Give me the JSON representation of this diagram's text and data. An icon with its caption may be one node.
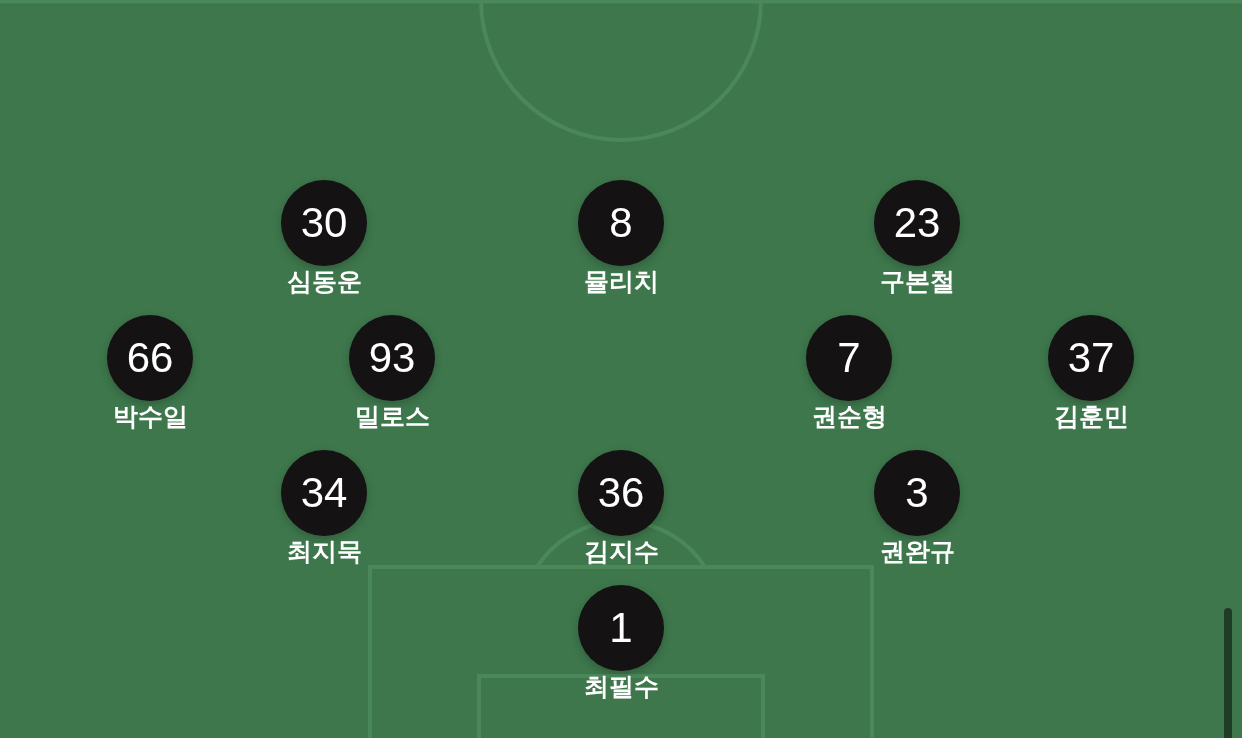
{
  "diagram": {
    "nodes": [
      {
        "text": [
          "30"
        ],
        "beside": [
          "심동운"
        ]
      },
      {
        "text": [
          "8"
        ],
        "beside": [
          "뮬리치"
        ]
      },
      {
        "text": [
          "23"
        ],
        "beside": [
          "구본철"
        ]
      },
      {
        "text": [
          "66"
        ],
        "beside": [
          "박수일"
        ]
      },
      {
        "text": [
          "93"
        ],
        "beside": [
          "밀로스"
        ]
      },
      {
        "text": [
          "7"
        ],
        "beside": [
          "권순형"
        ]
      },
      {
        "text": [
          "37"
        ],
        "beside": [
          "김훈민"
        ]
      },
      {
        "text": [
          "34"
        ],
        "beside": [
          "최지묵"
        ]
      },
      {
        "text": [
          "36"
        ],
        "beside": [
          "김지수"
        ]
      },
      {
        "text": [
          "3"
        ],
        "beside": [
          "권완규"
        ]
      },
      {
        "text": [
          "1"
        ],
        "beside": [
          "최필수"
        ]
      }
    ]
  }
}
